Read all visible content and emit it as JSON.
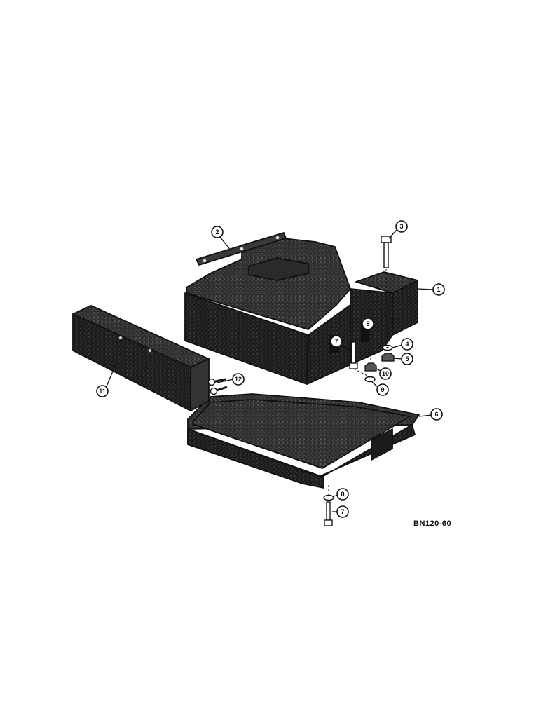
{
  "drawing_id": "BN120-60",
  "callouts": {
    "c1": "1",
    "c2": "2",
    "c3": "3",
    "c4": "4",
    "c5": "5",
    "c6": "6",
    "c7a": "7",
    "c7b": "7",
    "c8a": "8",
    "c8b": "8",
    "c9": "9",
    "c10": "10",
    "c11": "11",
    "c12": "12"
  },
  "colors": {
    "casting": "#1c1c1c",
    "casting_light": "#3a3a3a",
    "paper": "#ffffff",
    "ink": "#111111"
  }
}
